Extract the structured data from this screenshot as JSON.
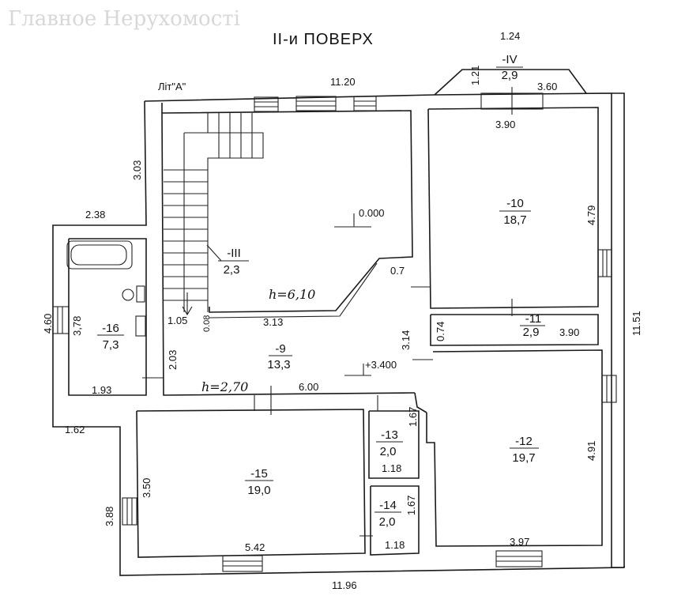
{
  "title": "II-и ПОВЕРХ",
  "building_label": "Літ\"А\"",
  "watermark": "Главное Нерухомості",
  "rooms": [
    {
      "id": "-IV",
      "area": "2,9"
    },
    {
      "id": "-10",
      "area": "18,7"
    },
    {
      "id": "-III",
      "area": "2,3"
    },
    {
      "id": "-11",
      "area": "2,9"
    },
    {
      "id": "-16",
      "area": "7,3"
    },
    {
      "id": "-9",
      "area": "13,3"
    },
    {
      "id": "-13",
      "area": "2,0"
    },
    {
      "id": "-14",
      "area": "2,0"
    },
    {
      "id": "-15",
      "area": "19,0"
    },
    {
      "id": "-12",
      "area": "19,7"
    }
  ],
  "levels": {
    "upper": "0.000",
    "lower": "+3.400"
  },
  "heights": {
    "stair": "h=6,10",
    "hall": "h=2,70"
  },
  "dimensions": {
    "top_width": "11.20",
    "bay_top": "1.24",
    "bay_depth": "1.21",
    "bay_width": "3.60",
    "room10_width": "3.90",
    "room10_depth": "4.79",
    "left_upper": "3.03",
    "wing_width": "2.38",
    "wing_height": "4.60",
    "bath_depth": "3,78",
    "bath_width": "1.93",
    "stair_w": "1.05",
    "stair_gap": "0.08",
    "hall_top": "3.13",
    "hall_side": "3.14",
    "hall_left": "2.03",
    "hall_width": "6.00",
    "door_gap": "0.7",
    "room11_depth": "0.74",
    "room11_width": "3.90",
    "right_total": "11.51",
    "step_width": "1.62",
    "left_lower": "3.88",
    "room15_depth": "3.50",
    "room15_width": "5.42",
    "room13_depth": "1.67",
    "room13_width": "1.18",
    "room14_depth": "1.67",
    "room14_width": "1.18",
    "room12_depth": "4.91",
    "room12_width": "3.97",
    "bottom_width": "11.96"
  }
}
